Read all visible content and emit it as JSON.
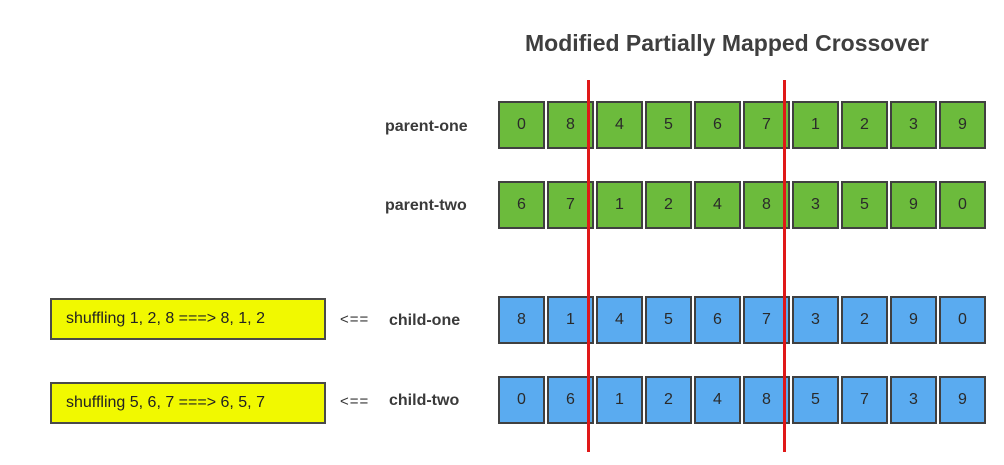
{
  "title": "Modified Partially Mapped Crossover",
  "colors": {
    "parent_fill": "#6cbb3c",
    "child_fill": "#5aabf0",
    "note_fill": "#f1f900",
    "cut_line": "#e01818"
  },
  "rows": [
    {
      "label": "parent-one",
      "values": [
        "0",
        "8",
        "4",
        "5",
        "6",
        "7",
        "1",
        "2",
        "3",
        "9"
      ]
    },
    {
      "label": "parent-two",
      "values": [
        "6",
        "7",
        "1",
        "2",
        "4",
        "8",
        "3",
        "5",
        "9",
        "0"
      ]
    },
    {
      "label": "child-one",
      "values": [
        "8",
        "1",
        "4",
        "5",
        "6",
        "7",
        "3",
        "2",
        "9",
        "0"
      ]
    },
    {
      "label": "child-two",
      "values": [
        "0",
        "6",
        "1",
        "2",
        "4",
        "8",
        "5",
        "7",
        "3",
        "9"
      ]
    }
  ],
  "arrows": [
    "<==",
    "<=="
  ],
  "notes": [
    "shuffling 1, 2, 8 ===> 8, 1, 2",
    "shuffling 5, 6, 7 ===> 6, 5, 7"
  ]
}
